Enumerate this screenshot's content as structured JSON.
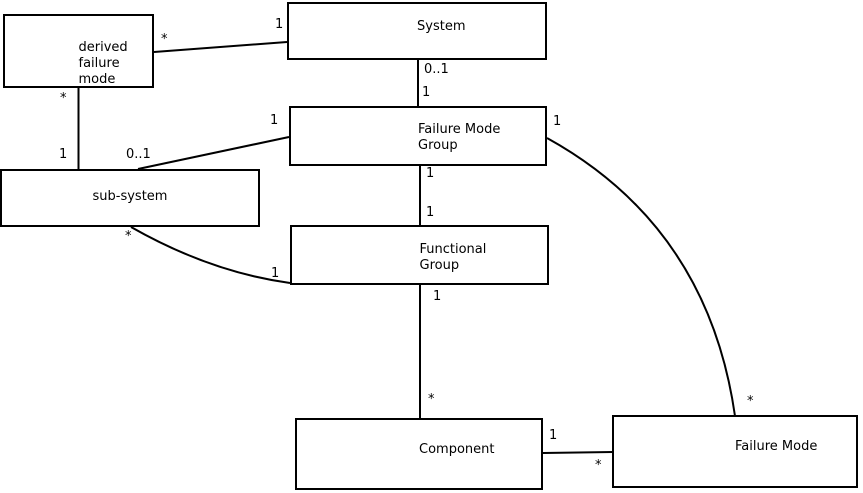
{
  "diagram": {
    "nodes": [
      {
        "id": "derived-failure-mode",
        "label": "derived\nfailure\nmode"
      },
      {
        "id": "system",
        "label": "System"
      },
      {
        "id": "failure-mode-group",
        "label": "Failure Mode\nGroup"
      },
      {
        "id": "sub-system",
        "label": "sub-system"
      },
      {
        "id": "functional-group",
        "label": "Functional\nGroup"
      },
      {
        "id": "component",
        "label": "Component"
      },
      {
        "id": "failure-mode",
        "label": "Failure Mode"
      }
    ],
    "connections": [
      {
        "from": "derived failure mode",
        "to": "System",
        "from_mult": "*",
        "to_mult": "1"
      },
      {
        "from": "derived failure mode",
        "to": "sub-system",
        "from_mult": "*",
        "to_mult": "1"
      },
      {
        "from": "Failure Mode Group",
        "to": "sub-system",
        "from_mult": "1",
        "to_mult": "0..1"
      },
      {
        "from": "System",
        "to": "Failure Mode Group",
        "from_mult": "0..1",
        "to_mult": "1"
      },
      {
        "from": "Failure Mode Group",
        "to": "Functional Group",
        "from_mult": "1",
        "to_mult": "1"
      },
      {
        "from": "Functional Group",
        "to": "Component",
        "from_mult": "1",
        "to_mult": "*"
      },
      {
        "from": "sub-system",
        "to": "Functional Group",
        "from_mult": "*",
        "to_mult": "1"
      },
      {
        "from": "Failure Mode Group",
        "to": "Failure Mode",
        "from_mult": "1",
        "to_mult": "*"
      },
      {
        "from": "Component",
        "to": "Failure Mode",
        "from_mult": "1",
        "to_mult": "*"
      }
    ],
    "colors": {
      "line": "#000000",
      "background": "#ffffff",
      "text": "#000000"
    }
  }
}
